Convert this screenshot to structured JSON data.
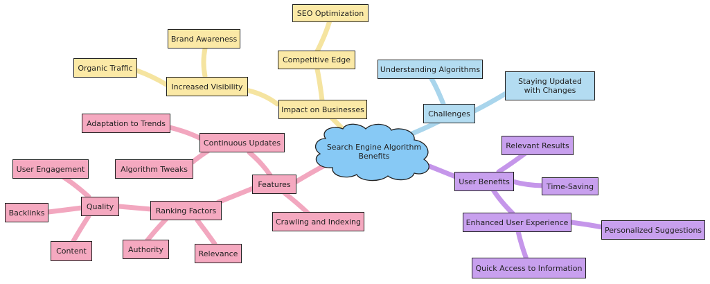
{
  "colors": {
    "yellow_fill": "#fbe9a6",
    "yellow_line": "#f5e4a0",
    "blue_fill": "#b3dcf1",
    "blue_line": "#a9d5ec",
    "pink_fill": "#f5a9c0",
    "pink_line": "#f2a7bf",
    "purple_fill": "#c8a0ee",
    "purple_line": "#c596ea",
    "center_fill": "#87c9f5"
  },
  "center": {
    "label": "Search Engine Algorithm Benefits"
  },
  "impact": {
    "label": "Impact on Businesses",
    "competitive_edge": "Competitive Edge",
    "seo_optimization": "SEO Optimization",
    "increased_visibility": "Increased Visibility",
    "brand_awareness": "Brand Awareness",
    "organic_traffic": "Organic Traffic"
  },
  "challenges": {
    "label": "Challenges",
    "understanding_algorithms": "Understanding Algorithms",
    "staying_updated": "Staying Updated with Changes"
  },
  "user_benefits": {
    "label": "User Benefits",
    "relevant_results": "Relevant Results",
    "time_saving": "Time-Saving",
    "enhanced_experience": "Enhanced User Experience",
    "personalized_suggestions": "Personalized Suggestions",
    "quick_access": "Quick Access to Information"
  },
  "features": {
    "label": "Features",
    "crawling_indexing": "Crawling and Indexing",
    "continuous_updates": "Continuous Updates",
    "adaptation_trends": "Adaptation to Trends",
    "algorithm_tweaks": "Algorithm Tweaks",
    "ranking_factors": "Ranking Factors",
    "authority": "Authority",
    "relevance": "Relevance",
    "quality": "Quality",
    "user_engagement": "User Engagement",
    "backlinks": "Backlinks",
    "content": "Content"
  }
}
